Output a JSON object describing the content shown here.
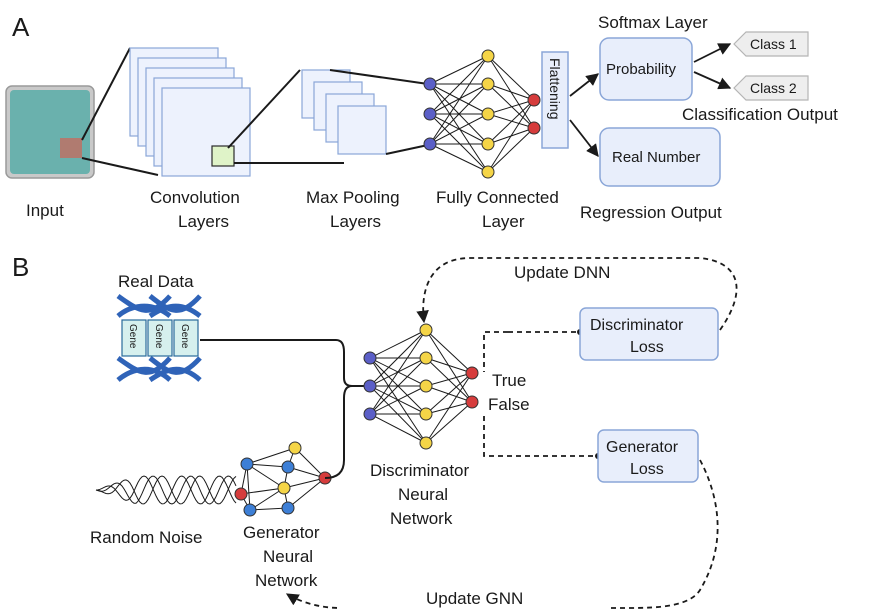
{
  "panel_a": {
    "letter": "A",
    "input_label": "Input",
    "conv_label_1": "Convolution",
    "conv_label_2": "Layers",
    "pool_label_1": "Max Pooling",
    "pool_label_2": "Layers",
    "fc_label_1": "Fully Connected",
    "fc_label_2": "Layer",
    "flatten_label": "Flattening",
    "softmax_title": "Softmax Layer",
    "probability_label": "Probability",
    "class1_label": "Class 1",
    "class2_label": "Class 2",
    "classification_label": "Classification Output",
    "real_number_label": "Real Number",
    "regression_label": "Regression Output"
  },
  "panel_b": {
    "letter": "B",
    "real_data_label": "Real Data",
    "gene_labels": [
      "Gene",
      "Gene",
      "Gene"
    ],
    "update_dnn_label": "Update DNN",
    "disc_loss_label_1": "Discriminator",
    "disc_loss_label_2": "Loss",
    "true_label": "True",
    "false_label": "False",
    "gen_loss_label_1": "Generator",
    "gen_loss_label_2": "Loss",
    "disc_net_label_1": "Discriminator",
    "disc_net_label_2": "Neural",
    "disc_net_label_3": "Network",
    "random_noise_label": "Random Noise",
    "gen_net_label_1": "Generator",
    "gen_net_label_2": "Neural",
    "gen_net_label_3": "Network",
    "update_gnn_label": "Update GNN"
  },
  "colors": {
    "box_fill": "#e8eefb",
    "box_stroke": "#8aa6d8",
    "node_blue": "#5b5fc7",
    "node_yellow": "#f5d547",
    "node_red": "#d63c3c",
    "dna": "#2f63b8",
    "input_teal": "#6ab1ad",
    "input_patch": "#b07b70",
    "conv_highlight": "#dff3c8",
    "gen_node_blue": "#3d7fd6"
  }
}
